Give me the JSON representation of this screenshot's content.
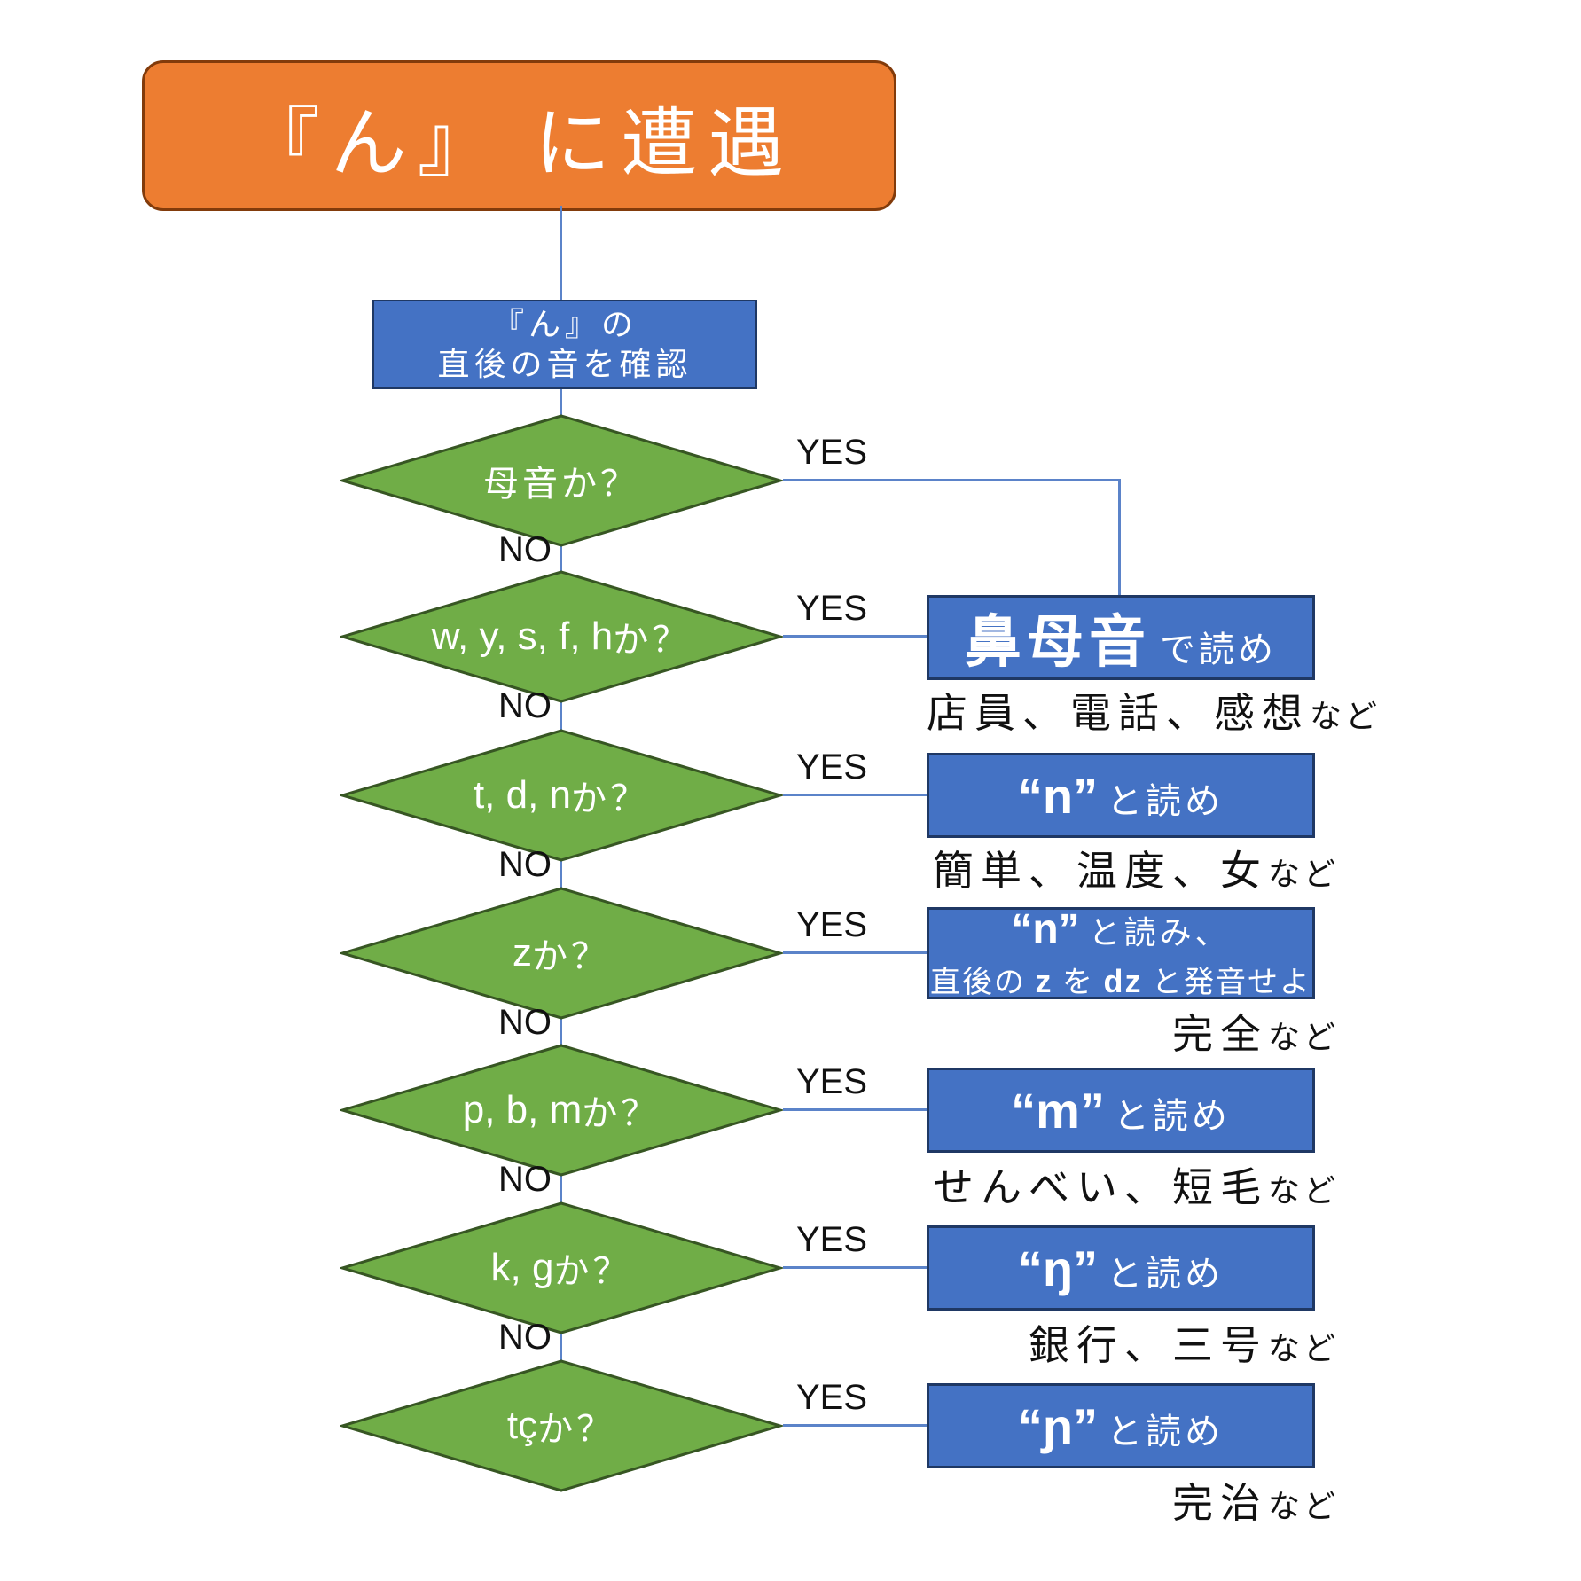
{
  "title": {
    "text": "『ん』 に遭遇"
  },
  "start_box": {
    "line1": "『ん』の",
    "line2": "直後の音を確認"
  },
  "labels": {
    "yes": "YES",
    "no": "NO"
  },
  "decisions": [
    {
      "latin": "",
      "jp": "母音か？"
    },
    {
      "latin": "w, y, s, f, h",
      "jp": "か？"
    },
    {
      "latin": "t, d, n",
      "jp": "か？"
    },
    {
      "latin": "z ",
      "jp": "か？"
    },
    {
      "latin": "p, b, m",
      "jp": "か？"
    },
    {
      "latin": "k, g",
      "jp": "か？"
    },
    {
      "latin": "tç",
      "jp": "か？"
    }
  ],
  "results": [
    {
      "big": "鼻母音",
      "suffix": "で読め",
      "example": "店員、電話、感想",
      "example_suffix": "など"
    },
    {
      "big": "“n”",
      "suffix": "と読め",
      "example": "簡単、温度、女",
      "example_suffix": "など"
    },
    {
      "big": "“n”",
      "suffix": "と読み、",
      "line2_a": "直後の ",
      "line2_b": "z",
      "line2_c": " を ",
      "line2_d": "dz",
      "line2_e": " と発音せよ",
      "example": "完全",
      "example_suffix": "など"
    },
    {
      "big": "“m”",
      "suffix": "と読め",
      "example": "せんべい、短毛",
      "example_suffix": "など"
    },
    {
      "big": "“ŋ”",
      "suffix": "と読め",
      "example": "銀行、三号",
      "example_suffix": "など"
    },
    {
      "big": "“ɲ”",
      "suffix": "と読め",
      "example": "完治",
      "example_suffix": "など"
    }
  ],
  "colors": {
    "orange-fill": "#ED7D31",
    "orange-border": "#823B0B",
    "green-fill": "#70AD47",
    "green-border": "#375623",
    "blue-fill": "#4472C4",
    "blue-border": "#1F3864",
    "connector": "#5B83C9",
    "label-text": "#111111",
    "shape-text": "#FFFFFF"
  }
}
